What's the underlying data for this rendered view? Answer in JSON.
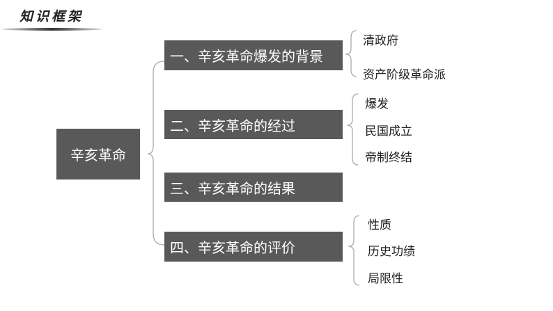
{
  "header": {
    "title": "知识框架"
  },
  "root": {
    "label": "辛亥革命"
  },
  "branches": [
    {
      "label": "一、辛亥革命爆发的背景",
      "children": [
        "清政府",
        "资产阶级革命派"
      ]
    },
    {
      "label": "二、辛亥革命的经过",
      "children": [
        "爆发",
        "民国成立",
        "帝制终结"
      ]
    },
    {
      "label": "三、辛亥革命的结果",
      "children": []
    },
    {
      "label": "四、辛亥革命的评价",
      "children": [
        "性质",
        "历史功绩",
        "局限性"
      ]
    }
  ],
  "colors": {
    "box": "#595959",
    "line": "#aaaaaa"
  }
}
